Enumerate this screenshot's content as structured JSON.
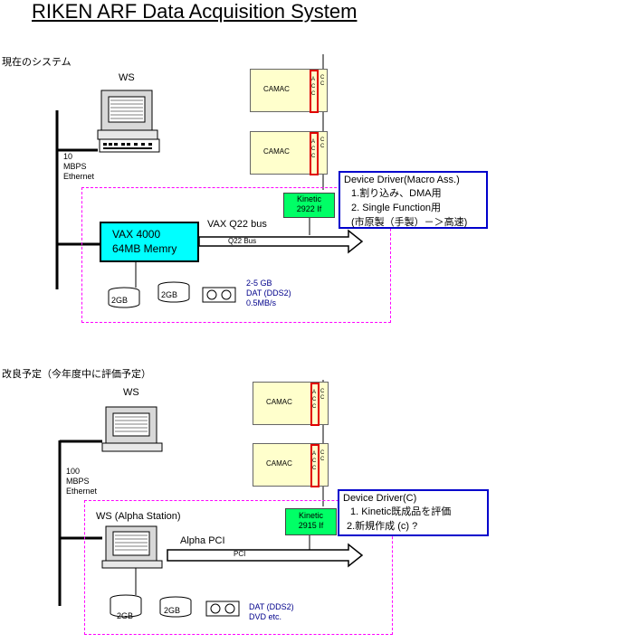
{
  "title": "RIKEN ARF Data Acquisition System",
  "current": {
    "section_label": "現在のシステム",
    "ws_label": "WS",
    "network": [
      "10",
      "MBPS",
      "Ethernet"
    ],
    "camac_label": "CAMAC",
    "acc_label": [
      "A",
      "C",
      "C"
    ],
    "cc_label": [
      "C",
      "C"
    ],
    "kinetic": [
      "Kinetic",
      "2922 If"
    ],
    "vax": [
      "VAX 4000",
      "64MB Memry"
    ],
    "bus_label": "VAX Q22 bus",
    "bus_arrow_label": "Q22 Bus",
    "disk1": "2GB",
    "disk2": "2GB",
    "storage": [
      "2-5 GB",
      "DAT (DDS2)",
      "0.5MB/s"
    ],
    "driver": [
      "Device Driver(Macro Ass.)",
      "1.割り込み、DMA用",
      "2. Single Function用",
      "(市原製（手製）－＞高速)"
    ]
  },
  "planned": {
    "section_label": "改良予定（今年度中に評価予定）",
    "ws_label": "WS",
    "network": [
      "100",
      "MBPS",
      "Ethernet"
    ],
    "camac_label": "CAMAC",
    "acc_label": [
      "A",
      "C",
      "C"
    ],
    "cc_label": [
      "C",
      "C"
    ],
    "kinetic": [
      "Kinetic",
      "2915 If"
    ],
    "ws2_label": "WS (Alpha Station)",
    "bus_label": "Alpha   PCI",
    "bus_arrow_label": "PCI",
    "disk1": "2GB",
    "disk2": "2GB",
    "storage": [
      "DAT (DDS2)",
      "DVD etc."
    ],
    "driver": [
      "Device   Driver(C)",
      "1. Kinetic既成品を評価",
      "2.新規作成  (c)    ?"
    ]
  },
  "colors": {
    "camac_fill": "#ffffcc",
    "acc_border": "#e00000",
    "kinetic_fill": "#00ff66",
    "vax_fill": "#00ffff",
    "dashed_border": "#ff00ff",
    "driver_border": "#0000cc",
    "storage_text": "#00008b"
  }
}
